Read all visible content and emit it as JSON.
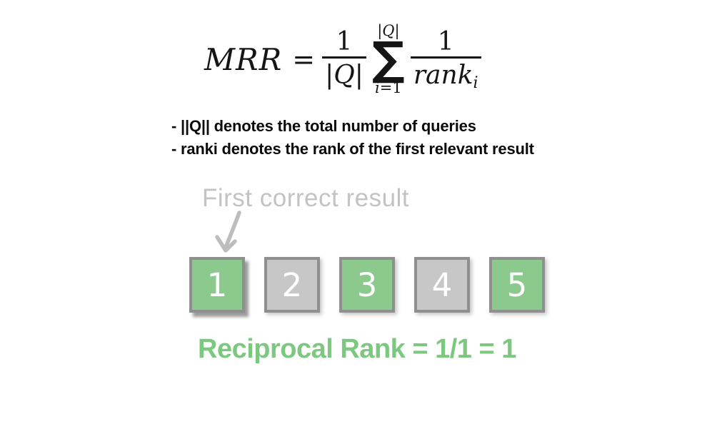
{
  "formula": {
    "lhs": "MRR",
    "equals": "=",
    "outer_fraction": {
      "numerator": "1",
      "abs_bar": "|",
      "q": "Q"
    },
    "sum": {
      "abs_bar": "|",
      "q": "Q",
      "sigma": "∑",
      "index_var": "i",
      "index_value": "=1"
    },
    "inner_fraction": {
      "numerator": "1",
      "denominator_base": "rank",
      "denominator_subscript": "i"
    }
  },
  "notes": [
    "- ||Q|| denotes the total number of queries",
    "- ranki denotes the rank of the first relevant result"
  ],
  "diagram": {
    "caption": "First correct result",
    "boxes": [
      {
        "label": "1",
        "variant": "green",
        "emphasized": true
      },
      {
        "label": "2",
        "variant": "gray"
      },
      {
        "label": "3",
        "variant": "green"
      },
      {
        "label": "4",
        "variant": "gray"
      },
      {
        "label": "5",
        "variant": "green"
      }
    ],
    "result_text": "Reciprocal Rank = 1/1 = 1"
  },
  "colors": {
    "box_green": "#8BC98C",
    "box_gray": "#C7C7C7",
    "box_border": "#8F8F8F",
    "caption_gray": "#C3C3C3",
    "result_green": "#7DC87F",
    "arrow_gray": "#BDBDBD",
    "text_black": "#0B0B0B"
  }
}
